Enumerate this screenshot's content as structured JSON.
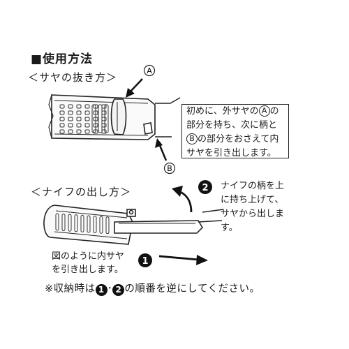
{
  "heading": "■使用方法",
  "section1": {
    "title": "＜サヤの抜き方＞",
    "label_a": "A",
    "label_b": "B",
    "instruction": {
      "l1a": "初めに、外サヤの",
      "l1b": "の",
      "l2": "部分を持ち、次に柄と",
      "l3b": "の部分をおさえて内",
      "l4": "サヤを引き出します。"
    }
  },
  "section2": {
    "title": "＜ナイフの出し方＞",
    "step2": {
      "number": "2",
      "lines": [
        "ナイフの柄を上",
        "に持ち上げて、",
        "サヤから出しま",
        "す。"
      ]
    },
    "step1": {
      "number": "1",
      "lines": [
        "図のように内サヤ",
        "を引き出します。"
      ]
    }
  },
  "note": {
    "prefix": "※収納時は",
    "n1": "1",
    "sep": "･",
    "n2": "2",
    "suffix": "の順番を逆にしてください。"
  }
}
